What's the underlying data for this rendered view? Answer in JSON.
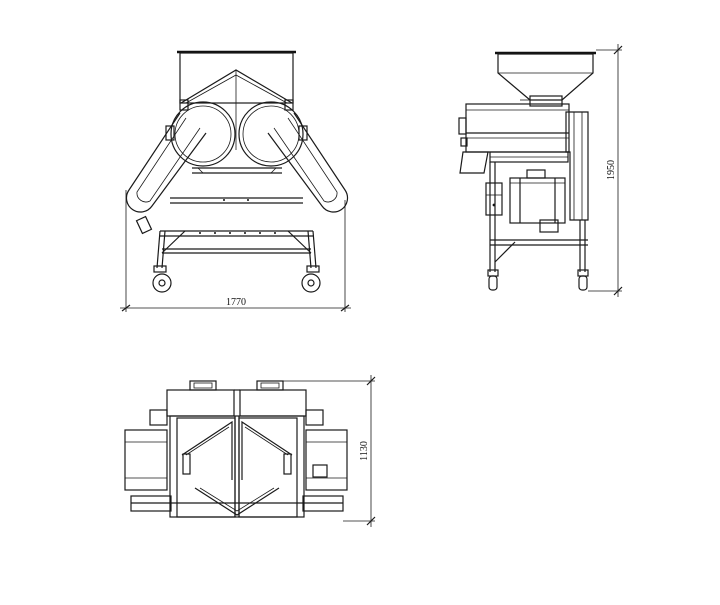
{
  "drawing": {
    "views": {
      "front": {
        "dimension_label": "1770"
      },
      "side": {
        "dimension_label": "1950"
      },
      "top": {
        "dimension_label": "1130"
      }
    }
  }
}
